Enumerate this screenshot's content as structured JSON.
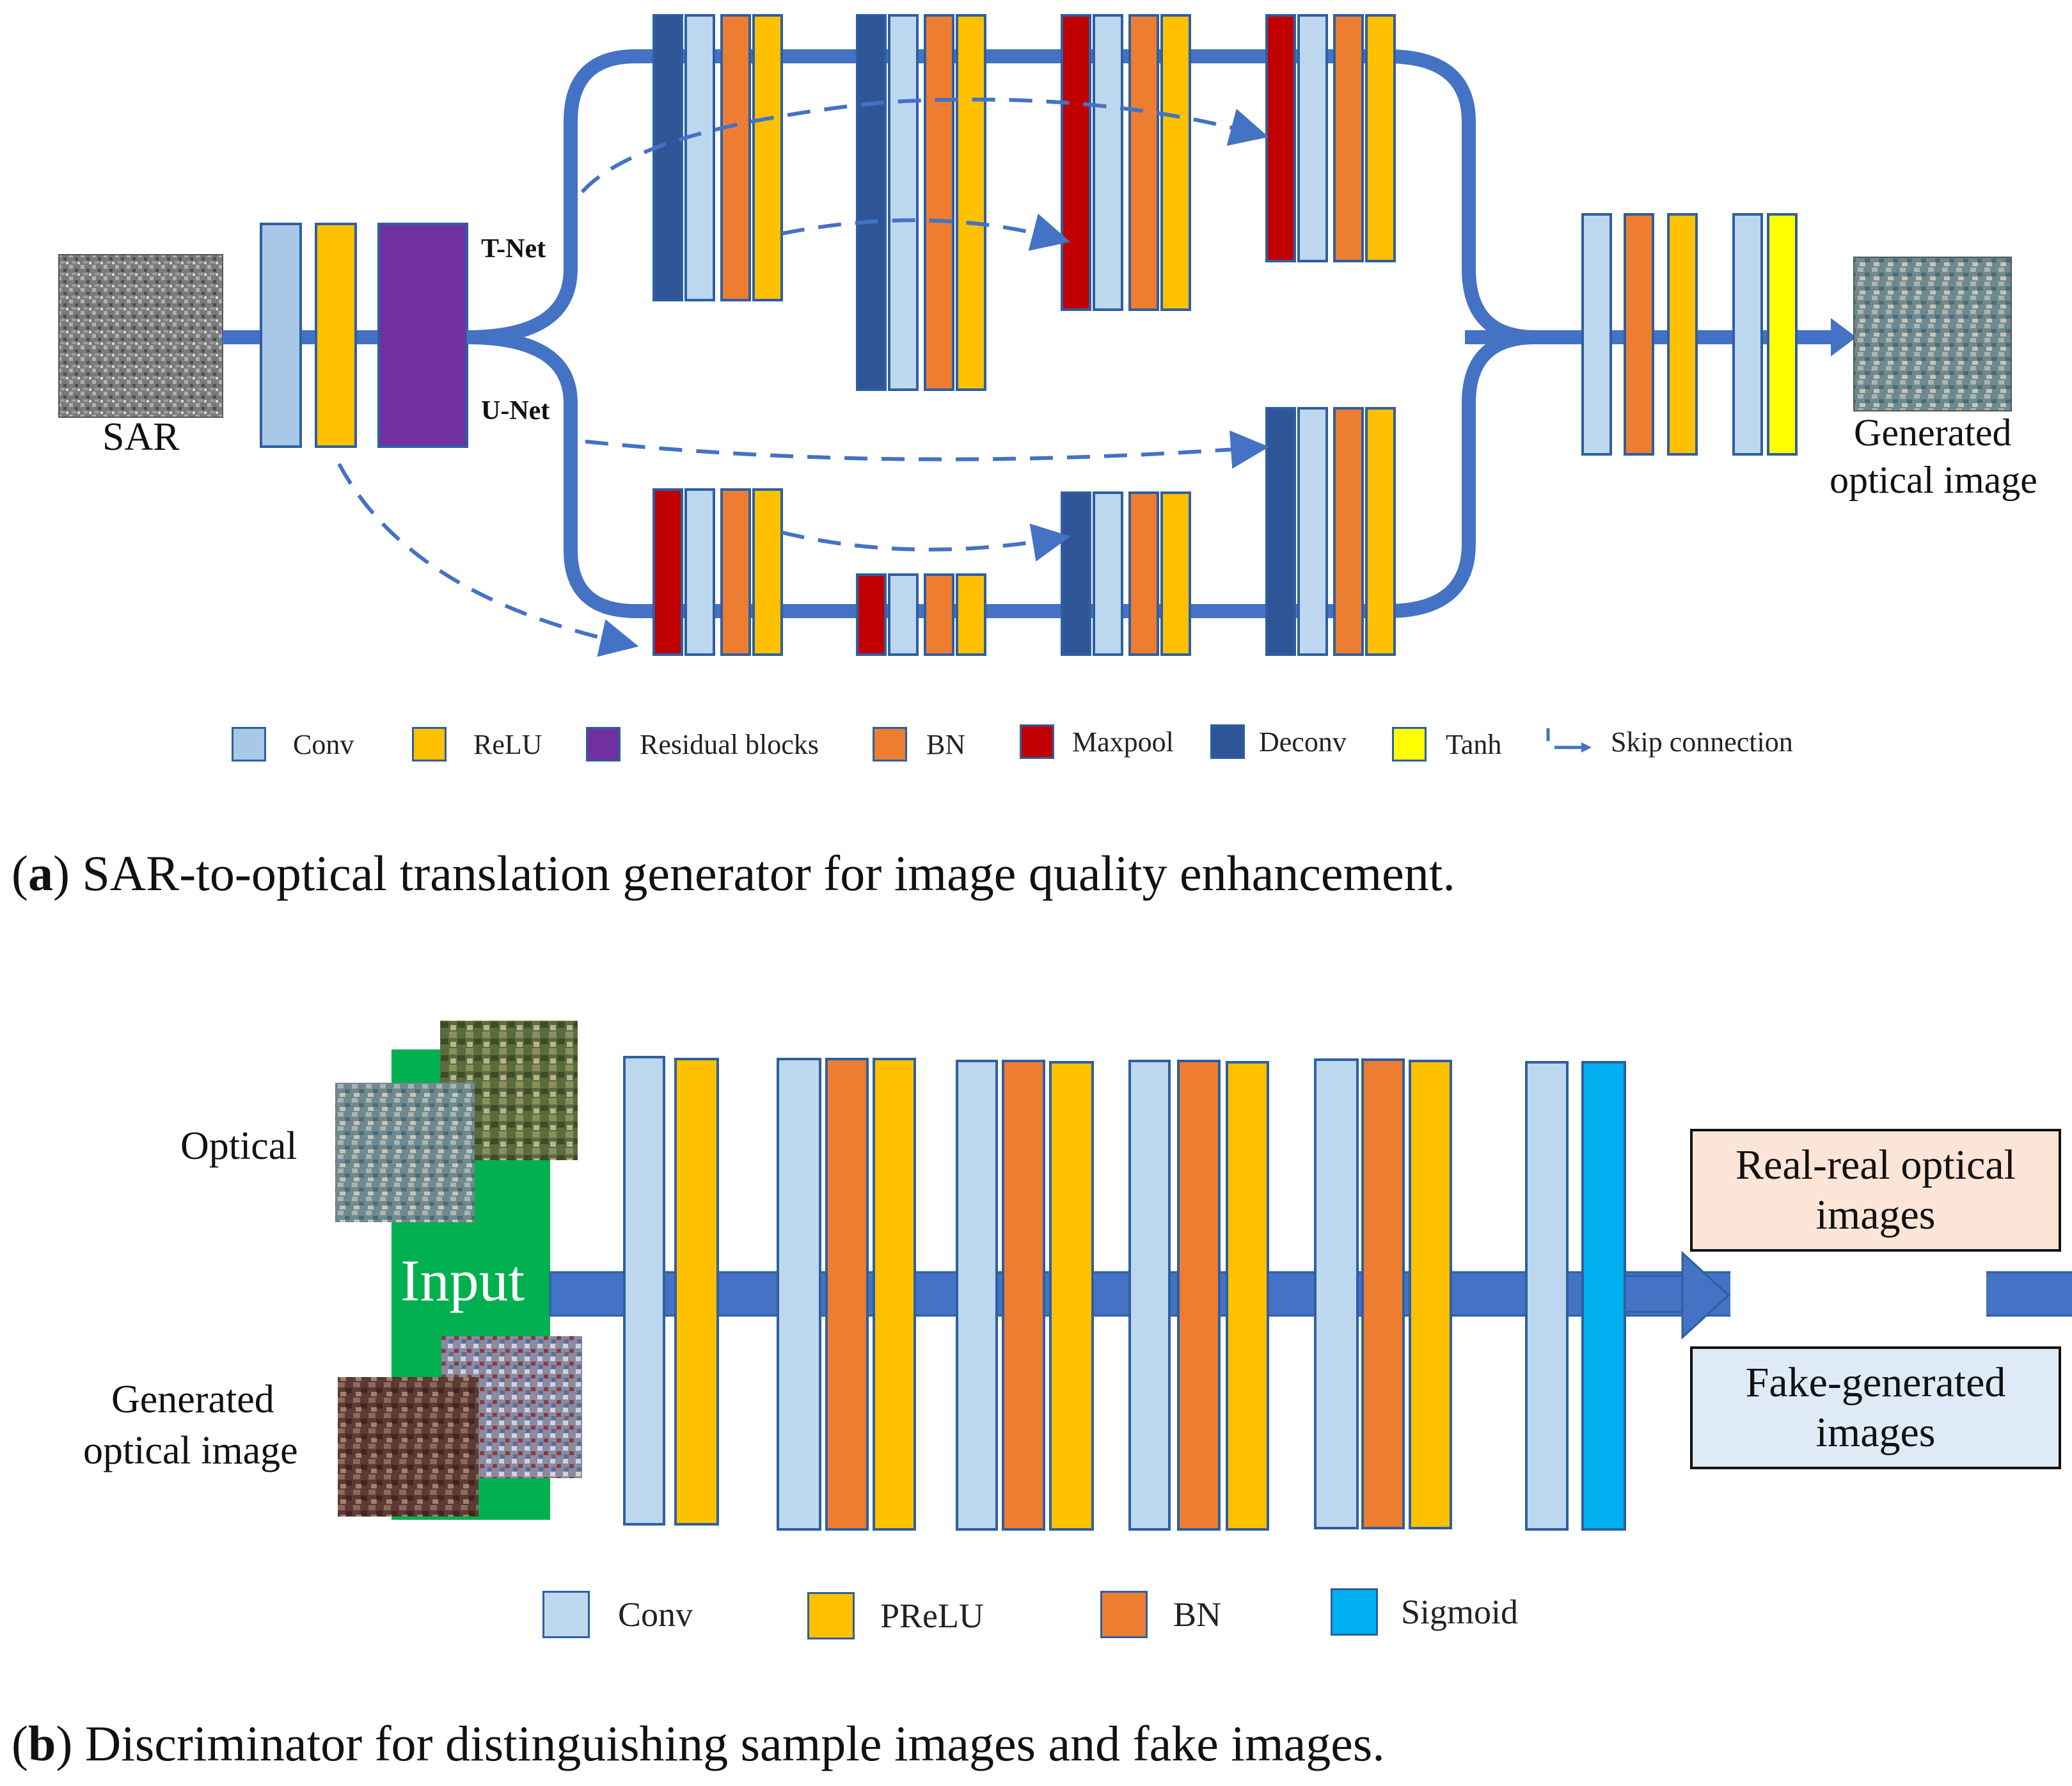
{
  "colors": {
    "conv": "#a9c8e8",
    "conv_light": "#bdd7ee",
    "relu": "#ffc000",
    "residual": "#7030a0",
    "bn": "#ed7d31",
    "maxpool": "#c00000",
    "deconv": "#2f5597",
    "tanh": "#ffff00",
    "sigmoid": "#00b0f0",
    "pipe": "#4472c4",
    "input_green": "#00b050",
    "real_box": "#fbe5d6",
    "fake_box": "#deebf7"
  },
  "generator": {
    "input_label": "SAR",
    "tnet_label": "T-Net",
    "unet_label": "U-Net",
    "output_label_line1": "Generated",
    "output_label_line2": "optical image",
    "legend": [
      {
        "key": "conv",
        "label": "Conv"
      },
      {
        "key": "relu",
        "label": "ReLU"
      },
      {
        "key": "residual",
        "label": "Residual blocks"
      },
      {
        "key": "bn",
        "label": "BN"
      },
      {
        "key": "maxpool",
        "label": "Maxpool"
      },
      {
        "key": "deconv",
        "label": "Deconv"
      },
      {
        "key": "tanh",
        "label": "Tanh"
      },
      {
        "key": "skip",
        "label": "Skip connection"
      }
    ],
    "caption_letter": "a",
    "caption_text": " SAR-to-optical translation generator for image quality enhancement."
  },
  "discriminator": {
    "optical_label": "Optical",
    "generated_label_line1": "Generated",
    "generated_label_line2": "optical image",
    "input_label": "Input",
    "real_box_line1": "Real-real optical",
    "real_box_line2": "images",
    "fake_box_line1": "Fake-generated",
    "fake_box_line2": "images",
    "legend": [
      {
        "key": "conv",
        "label": "Conv"
      },
      {
        "key": "prelu",
        "label": "PReLU"
      },
      {
        "key": "bn",
        "label": "BN"
      },
      {
        "key": "sigmoid",
        "label": "Sigmoid"
      }
    ],
    "caption_letter": "b",
    "caption_text": " Discriminator for distinguishing sample images and fake images."
  }
}
